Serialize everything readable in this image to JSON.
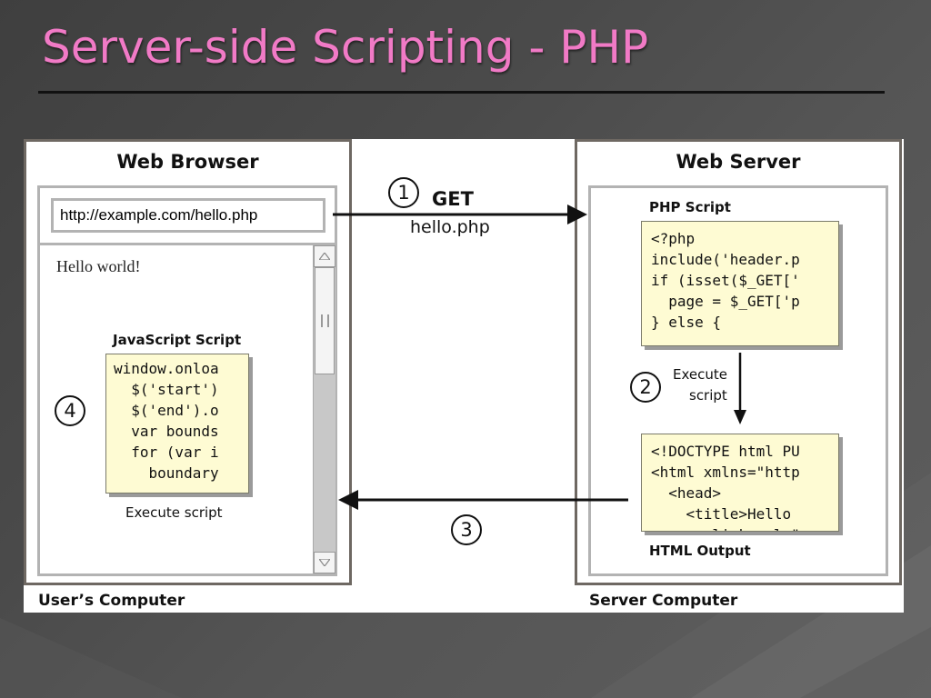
{
  "slide": {
    "title": "Server-side Scripting - PHP"
  },
  "browser": {
    "panel_title": "Web Browser",
    "url": "http://example.com/hello.php",
    "page_text": "Hello world!",
    "js_label": "JavaScript Script",
    "js_code": [
      "window.onloa",
      "  $('start')",
      "  $('end').o",
      "  var bounds",
      "  for (var i",
      "    boundary"
    ],
    "execute_label": "Execute script",
    "step_number": "4",
    "computer_label": "User’s Computer"
  },
  "request": {
    "step_number": "1",
    "method": "GET",
    "file": "hello.php"
  },
  "server": {
    "panel_title": "Web Server",
    "php_label": "PHP Script",
    "php_code": [
      "<?php",
      "include('header.p",
      "if (isset($_GET['",
      "  page = $_GET['p",
      "} else {"
    ],
    "execute_step_number": "2",
    "execute_label_1": "Execute",
    "execute_label_2": "script",
    "html_code": [
      "<!DOCTYPE html PU",
      "<html xmlns=\"http",
      "  <head>",
      "    <title>Hello",
      "      <link rel=\""
    ],
    "html_label": "HTML Output",
    "computer_label": "Server Computer"
  },
  "response": {
    "step_number": "3"
  }
}
